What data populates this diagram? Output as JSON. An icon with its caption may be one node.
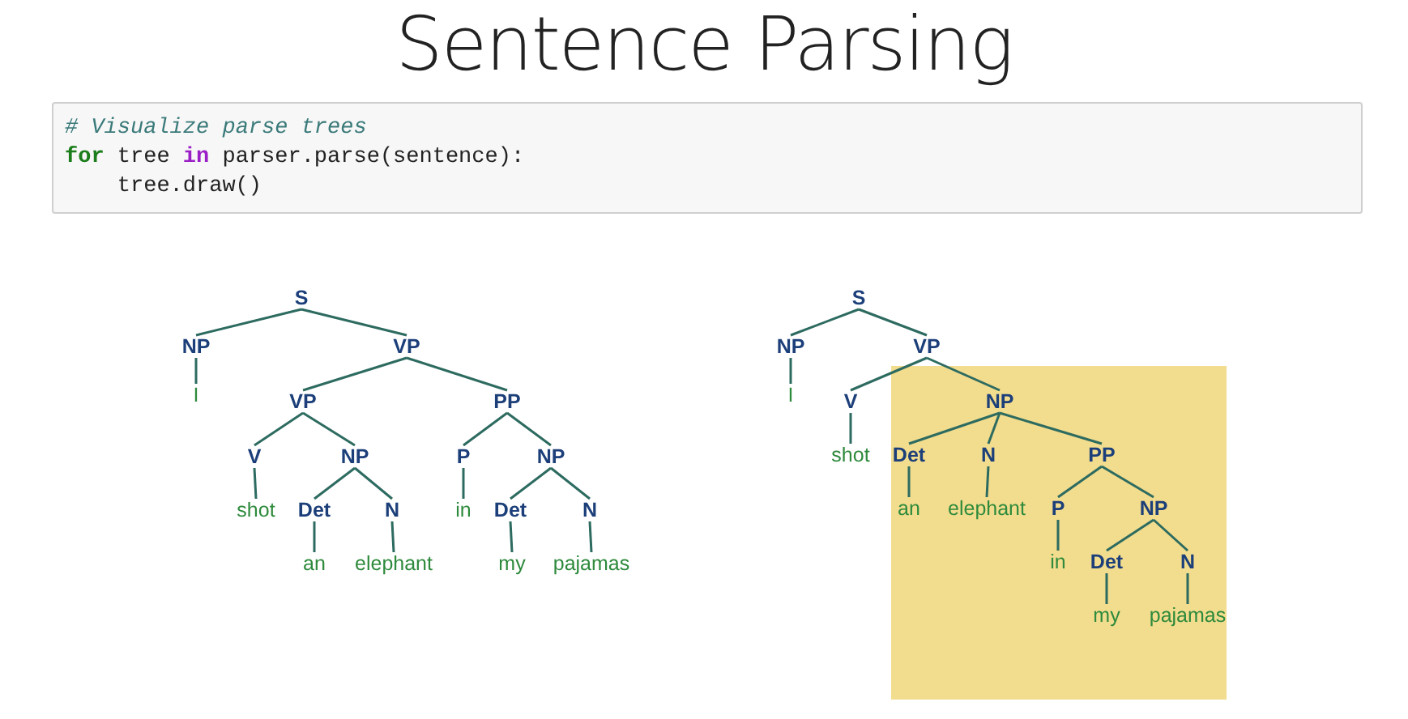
{
  "diagram": {
    "title": "Sentence Parsing",
    "nodes": [
      {
        "text": [
          "S"
        ]
      },
      {
        "text": [
          "NP"
        ]
      },
      {
        "text": [
          "VP"
        ]
      },
      {
        "text": [
          "I"
        ]
      },
      {
        "text": [
          "VP"
        ]
      },
      {
        "text": [
          "PP"
        ]
      },
      {
        "text": [
          "V"
        ]
      },
      {
        "text": [
          "NP"
        ]
      },
      {
        "text": [
          "P"
        ]
      },
      {
        "text": [
          "NP"
        ]
      },
      {
        "text": [
          "shot"
        ]
      },
      {
        "text": [
          "Det"
        ]
      },
      {
        "text": [
          "N"
        ]
      },
      {
        "text": [
          "in"
        ]
      },
      {
        "text": [
          "Det"
        ]
      },
      {
        "text": [
          "N"
        ]
      },
      {
        "text": [
          "an"
        ]
      },
      {
        "text": [
          "elephant"
        ]
      },
      {
        "text": [
          "my"
        ]
      },
      {
        "text": [
          "pajamas"
        ]
      },
      {
        "text": [
          "S"
        ]
      },
      {
        "text": [
          "NP"
        ]
      },
      {
        "text": [
          "VP"
        ]
      },
      {
        "text": [
          "I"
        ]
      },
      {
        "text": [
          "V"
        ]
      },
      {
        "text": [],
        "shape": "box"
      },
      {
        "text": [
          "NP"
        ],
        "in": 25
      },
      {
        "text": [
          "shot"
        ]
      },
      {
        "text": [
          "Det"
        ],
        "in": 25
      },
      {
        "text": [
          "N"
        ],
        "in": 25
      },
      {
        "text": [
          "PP"
        ],
        "in": 25
      },
      {
        "text": [
          "an"
        ],
        "in": 25
      },
      {
        "text": [
          "elephant"
        ],
        "in": 25
      },
      {
        "text": [
          "P"
        ],
        "in": 25
      },
      {
        "text": [
          "NP"
        ],
        "in": 25
      },
      {
        "text": [
          "in"
        ],
        "in": 25
      },
      {
        "text": [
          "Det"
        ],
        "in": 25
      },
      {
        "text": [
          "N"
        ],
        "in": 25
      },
      {
        "text": [
          "my"
        ],
        "in": 25
      },
      {
        "text": [
          "pajamas"
        ],
        "in": 25
      }
    ],
    "edges": [
      {
        "from": 0,
        "to": 1,
        "arrow": "none"
      },
      {
        "from": 0,
        "to": 2,
        "arrow": "none"
      },
      {
        "from": 1,
        "to": 3,
        "arrow": "none"
      },
      {
        "from": 2,
        "to": 4,
        "arrow": "none"
      },
      {
        "from": 2,
        "to": 5,
        "arrow": "none"
      },
      {
        "from": 4,
        "to": 6,
        "arrow": "none"
      },
      {
        "from": 4,
        "to": 7,
        "arrow": "none"
      },
      {
        "from": 5,
        "to": 8,
        "arrow": "none"
      },
      {
        "from": 5,
        "to": 9,
        "arrow": "none"
      },
      {
        "from": 6,
        "to": 10,
        "arrow": "none"
      },
      {
        "from": 7,
        "to": 11,
        "arrow": "none"
      },
      {
        "from": 7,
        "to": 12,
        "arrow": "none"
      },
      {
        "from": 8,
        "to": 13,
        "arrow": "none"
      },
      {
        "from": 9,
        "to": 14,
        "arrow": "none"
      },
      {
        "from": 9,
        "to": 15,
        "arrow": "none"
      },
      {
        "from": 11,
        "to": 16,
        "arrow": "none"
      },
      {
        "from": 12,
        "to": 17,
        "arrow": "none"
      },
      {
        "from": 14,
        "to": 18,
        "arrow": "none"
      },
      {
        "from": 15,
        "to": 19,
        "arrow": "none"
      },
      {
        "from": 20,
        "to": 21,
        "arrow": "none"
      },
      {
        "from": 20,
        "to": 22,
        "arrow": "none"
      },
      {
        "from": 21,
        "to": 23,
        "arrow": "none"
      },
      {
        "from": 22,
        "to": 24,
        "arrow": "none"
      },
      {
        "from": 22,
        "to": 26,
        "arrow": "none"
      },
      {
        "from": 24,
        "to": 27,
        "arrow": "none"
      },
      {
        "from": 26,
        "to": 28,
        "arrow": "none"
      },
      {
        "from": 26,
        "to": 29,
        "arrow": "none"
      },
      {
        "from": 26,
        "to": 30,
        "arrow": "none"
      },
      {
        "from": 28,
        "to": 31,
        "arrow": "none"
      },
      {
        "from": 29,
        "to": 32,
        "arrow": "none"
      },
      {
        "from": 30,
        "to": 33,
        "arrow": "none"
      },
      {
        "from": 30,
        "to": 34,
        "arrow": "none"
      },
      {
        "from": 33,
        "to": 35,
        "arrow": "none"
      },
      {
        "from": 34,
        "to": 36,
        "arrow": "none"
      },
      {
        "from": 34,
        "to": 37,
        "arrow": "none"
      },
      {
        "from": 36,
        "to": 38,
        "arrow": "none"
      },
      {
        "from": 37,
        "to": 39,
        "arrow": "none"
      }
    ],
    "labels": [
      "# Visualize parse trees",
      "**for** tree **in** parser.parse(sentence):",
      "tree.draw()"
    ]
  }
}
